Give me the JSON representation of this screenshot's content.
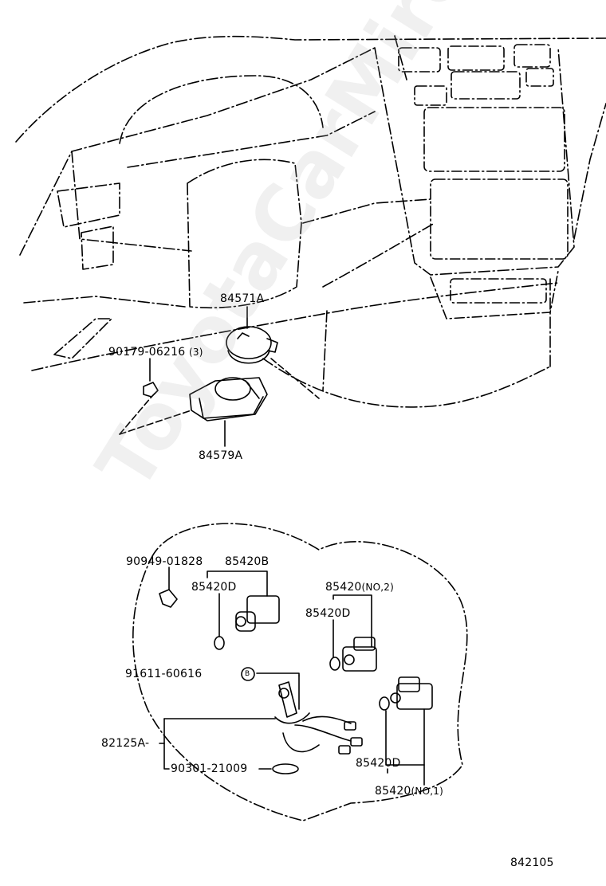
{
  "watermark": "ToyotaCarMire.ru",
  "labels": {
    "p84571A": "84571A",
    "p90179": "90179-06216",
    "p90179_qty": "(3)",
    "p84579A": "84579A",
    "p90949": "90949-01828",
    "p85420B": "85420B",
    "p85420D_left": "85420D",
    "p85420_no2": "85420",
    "p85420_no2_suffix": "(NO,2)",
    "p85420D_mid": "85420D",
    "p91611": "91611-60616",
    "callout_b": "B",
    "p82125A": "82125A-",
    "p90301": "90301-21009",
    "p85420D_right": "85420D",
    "p85420_no1": "85420",
    "p85420_no1_suffix": "(NO,1)",
    "diagram_code": "842105"
  },
  "colors": {
    "ink": "#000000",
    "watermark": "#aaaaaa"
  }
}
